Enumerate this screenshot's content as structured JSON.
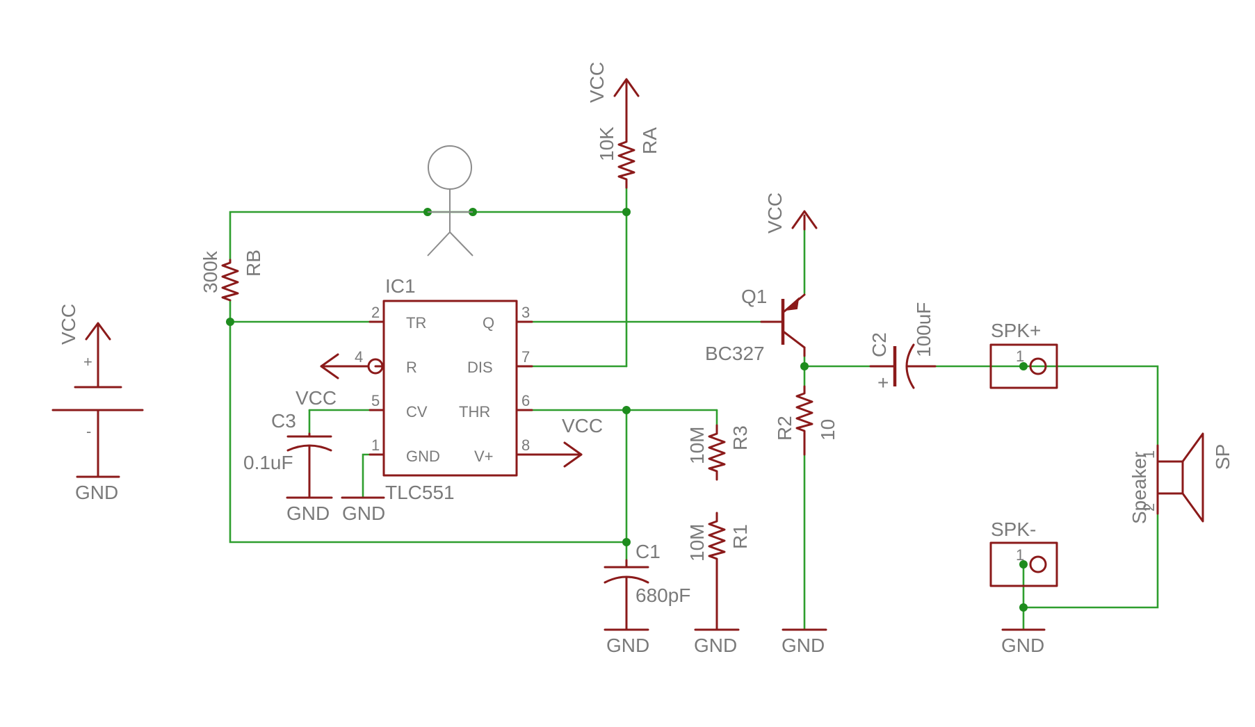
{
  "colors": {
    "wire": "#2e9e2e",
    "part": "#8b1a1a",
    "text": "#7a7a7a",
    "junction": "#1e8c1e",
    "person": "#8c8c8c"
  },
  "labels": {
    "vcc": "VCC",
    "gnd": "GND",
    "plus": "+",
    "minus": "-",
    "ic_name": "IC1",
    "ic_value": "TLC551",
    "ra_name": "RA",
    "ra_value": "10K",
    "rb_name": "RB",
    "rb_value": "300k",
    "r3_name": "R3",
    "r3_value": "10M",
    "r1_name": "R1",
    "r1_value": "10M",
    "r2_name": "R2",
    "r2_value": "10",
    "c1_name": "C1",
    "c1_value": "680pF",
    "c2_name": "C2",
    "c2_value": "100uF",
    "c3_name": "C3",
    "c3_value": "0.1uF",
    "q1_name": "Q1",
    "q1_value": "BC327",
    "spkp_name": "SPK+",
    "spkm_name": "SPK-",
    "sp_name": "SP",
    "sp_value": "Speaker",
    "pin_1": "1",
    "pin_2": "2",
    "pin_3": "3",
    "pin_4": "4",
    "pin_5": "5",
    "pin_6": "6",
    "pin_7": "7",
    "pin_8": "8",
    "ic_tr": "TR",
    "ic_q": "Q",
    "ic_r": "R",
    "ic_dis": "DIS",
    "ic_cv": "CV",
    "ic_thr": "THR",
    "ic_gnd": "GND",
    "ic_vplus": "V+"
  }
}
